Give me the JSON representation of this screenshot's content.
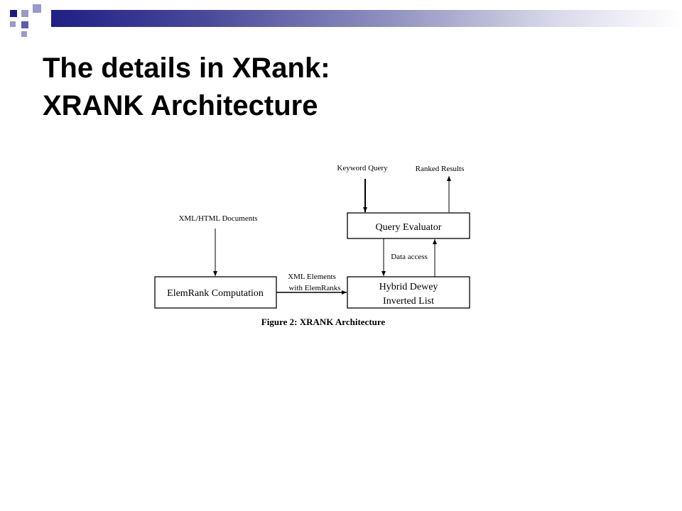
{
  "slide": {
    "title_line1": "The details in XRank:",
    "title_line2": "XRANK Architecture"
  },
  "diagram": {
    "input_keyword_query": "Keyword Query",
    "output_ranked_results": "Ranked Results",
    "input_documents": "XML/HTML Documents",
    "box_query_evaluator": "Query Evaluator",
    "edge_data_access": "Data access",
    "box_elemrank": "ElemRank Computation",
    "edge_xml_elements_line1": "XML Elements",
    "edge_xml_elements_line2": "with ElemRanks",
    "box_hybrid_line1": "Hybrid Dewey",
    "box_hybrid_line2": "Inverted List",
    "caption": "Figure 2: XRANK Architecture"
  },
  "colors": {
    "bar_dark": "#1f1f86",
    "accent_light": "#9999cc"
  }
}
